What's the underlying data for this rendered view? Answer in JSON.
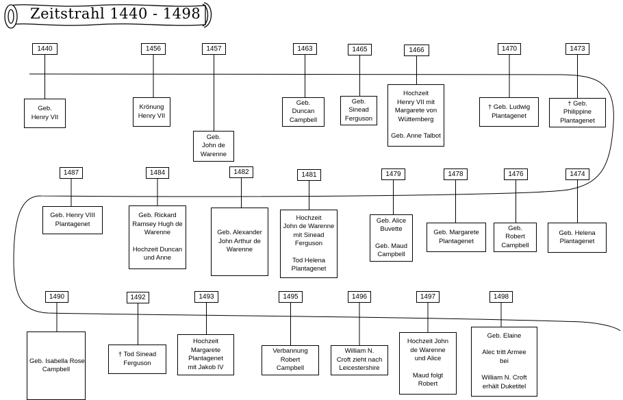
{
  "title": "Zeitstrahl 1440 - 1498",
  "events": [
    {
      "year": "1440",
      "lines": [
        [
          "Geb.",
          "Henry VII"
        ]
      ]
    },
    {
      "year": "1456",
      "lines": [
        [
          "Krönung",
          "Henry VII"
        ]
      ]
    },
    {
      "year": "1457",
      "lines": [
        [
          "Geb.",
          "John de",
          "Warenne"
        ]
      ]
    },
    {
      "year": "1463",
      "lines": [
        [
          "Geb.",
          "Duncan",
          "Campbell"
        ]
      ]
    },
    {
      "year": "1465",
      "lines": [
        [
          "Geb.",
          "Sinead",
          "Ferguson"
        ]
      ]
    },
    {
      "year": "1466",
      "lines": [
        [
          "Hochzeit",
          "Henry VII mit",
          "Margarete von",
          "Wüttemberg"
        ],
        [
          "Geb. Anne Talbot"
        ]
      ]
    },
    {
      "year": "1470",
      "lines": [
        [
          "† Geb. Ludwig",
          "Plantagenet"
        ]
      ]
    },
    {
      "year": "1473",
      "lines": [
        [
          "† Geb.",
          "Philippine",
          "Plantagenet"
        ]
      ]
    },
    {
      "year": "1487",
      "lines": [
        [
          "Geb. Henry VIII",
          "Plantagenet"
        ]
      ]
    },
    {
      "year": "1484",
      "lines": [
        [
          "Geb. Rickard",
          "Ramsey Hugh de",
          "Warenne"
        ],
        [
          "Hochzeit Duncan",
          "und Anne"
        ]
      ]
    },
    {
      "year": "1482",
      "lines": [
        [
          "Geb. Alexander",
          "John Arthur de",
          "Warenne"
        ]
      ]
    },
    {
      "year": "1481",
      "lines": [
        [
          "Hochzeit",
          "John de Warenne",
          "mit Sinead",
          "Ferguson"
        ],
        [
          "Tod Helena",
          "Plantagenet"
        ]
      ]
    },
    {
      "year": "1479",
      "lines": [
        [
          "Geb. Alice",
          "Buvette"
        ],
        [
          "Geb. Maud",
          "Campbell"
        ]
      ]
    },
    {
      "year": "1478",
      "lines": [
        [
          "Geb. Margarete",
          "Plantagenet"
        ]
      ]
    },
    {
      "year": "1476",
      "lines": [
        [
          "Geb.",
          "Robert",
          "Campbell"
        ]
      ]
    },
    {
      "year": "1474",
      "lines": [
        [
          "Geb. Helena",
          "Plantagenet"
        ]
      ]
    },
    {
      "year": "1490",
      "lines": [
        [
          "Geb. Isabella Rose",
          "Campbell"
        ]
      ]
    },
    {
      "year": "1492",
      "lines": [
        [
          "† Tod Sinead",
          "Ferguson"
        ]
      ]
    },
    {
      "year": "1493",
      "lines": [
        [
          "Hochzeit",
          "Margarete",
          "Plantagenet",
          "mit Jakob IV"
        ]
      ]
    },
    {
      "year": "1495",
      "lines": [
        [
          "Verbannung",
          "Robert",
          "Campbell"
        ]
      ]
    },
    {
      "year": "1496",
      "lines": [
        [
          "William N.",
          "Croft zieht nach",
          "Leicestershire"
        ]
      ]
    },
    {
      "year": "1497",
      "lines": [
        [
          "Hochzeit John",
          "de Warenne",
          "und Alice"
        ],
        [
          "Maud folgt",
          "Robert"
        ]
      ]
    },
    {
      "year": "1498",
      "lines": [
        [
          "Geb. Elaine"
        ],
        [
          "Alec tritt Armee",
          "bei"
        ],
        [
          "William N. Croft",
          "erhält Duketitel"
        ]
      ]
    }
  ]
}
